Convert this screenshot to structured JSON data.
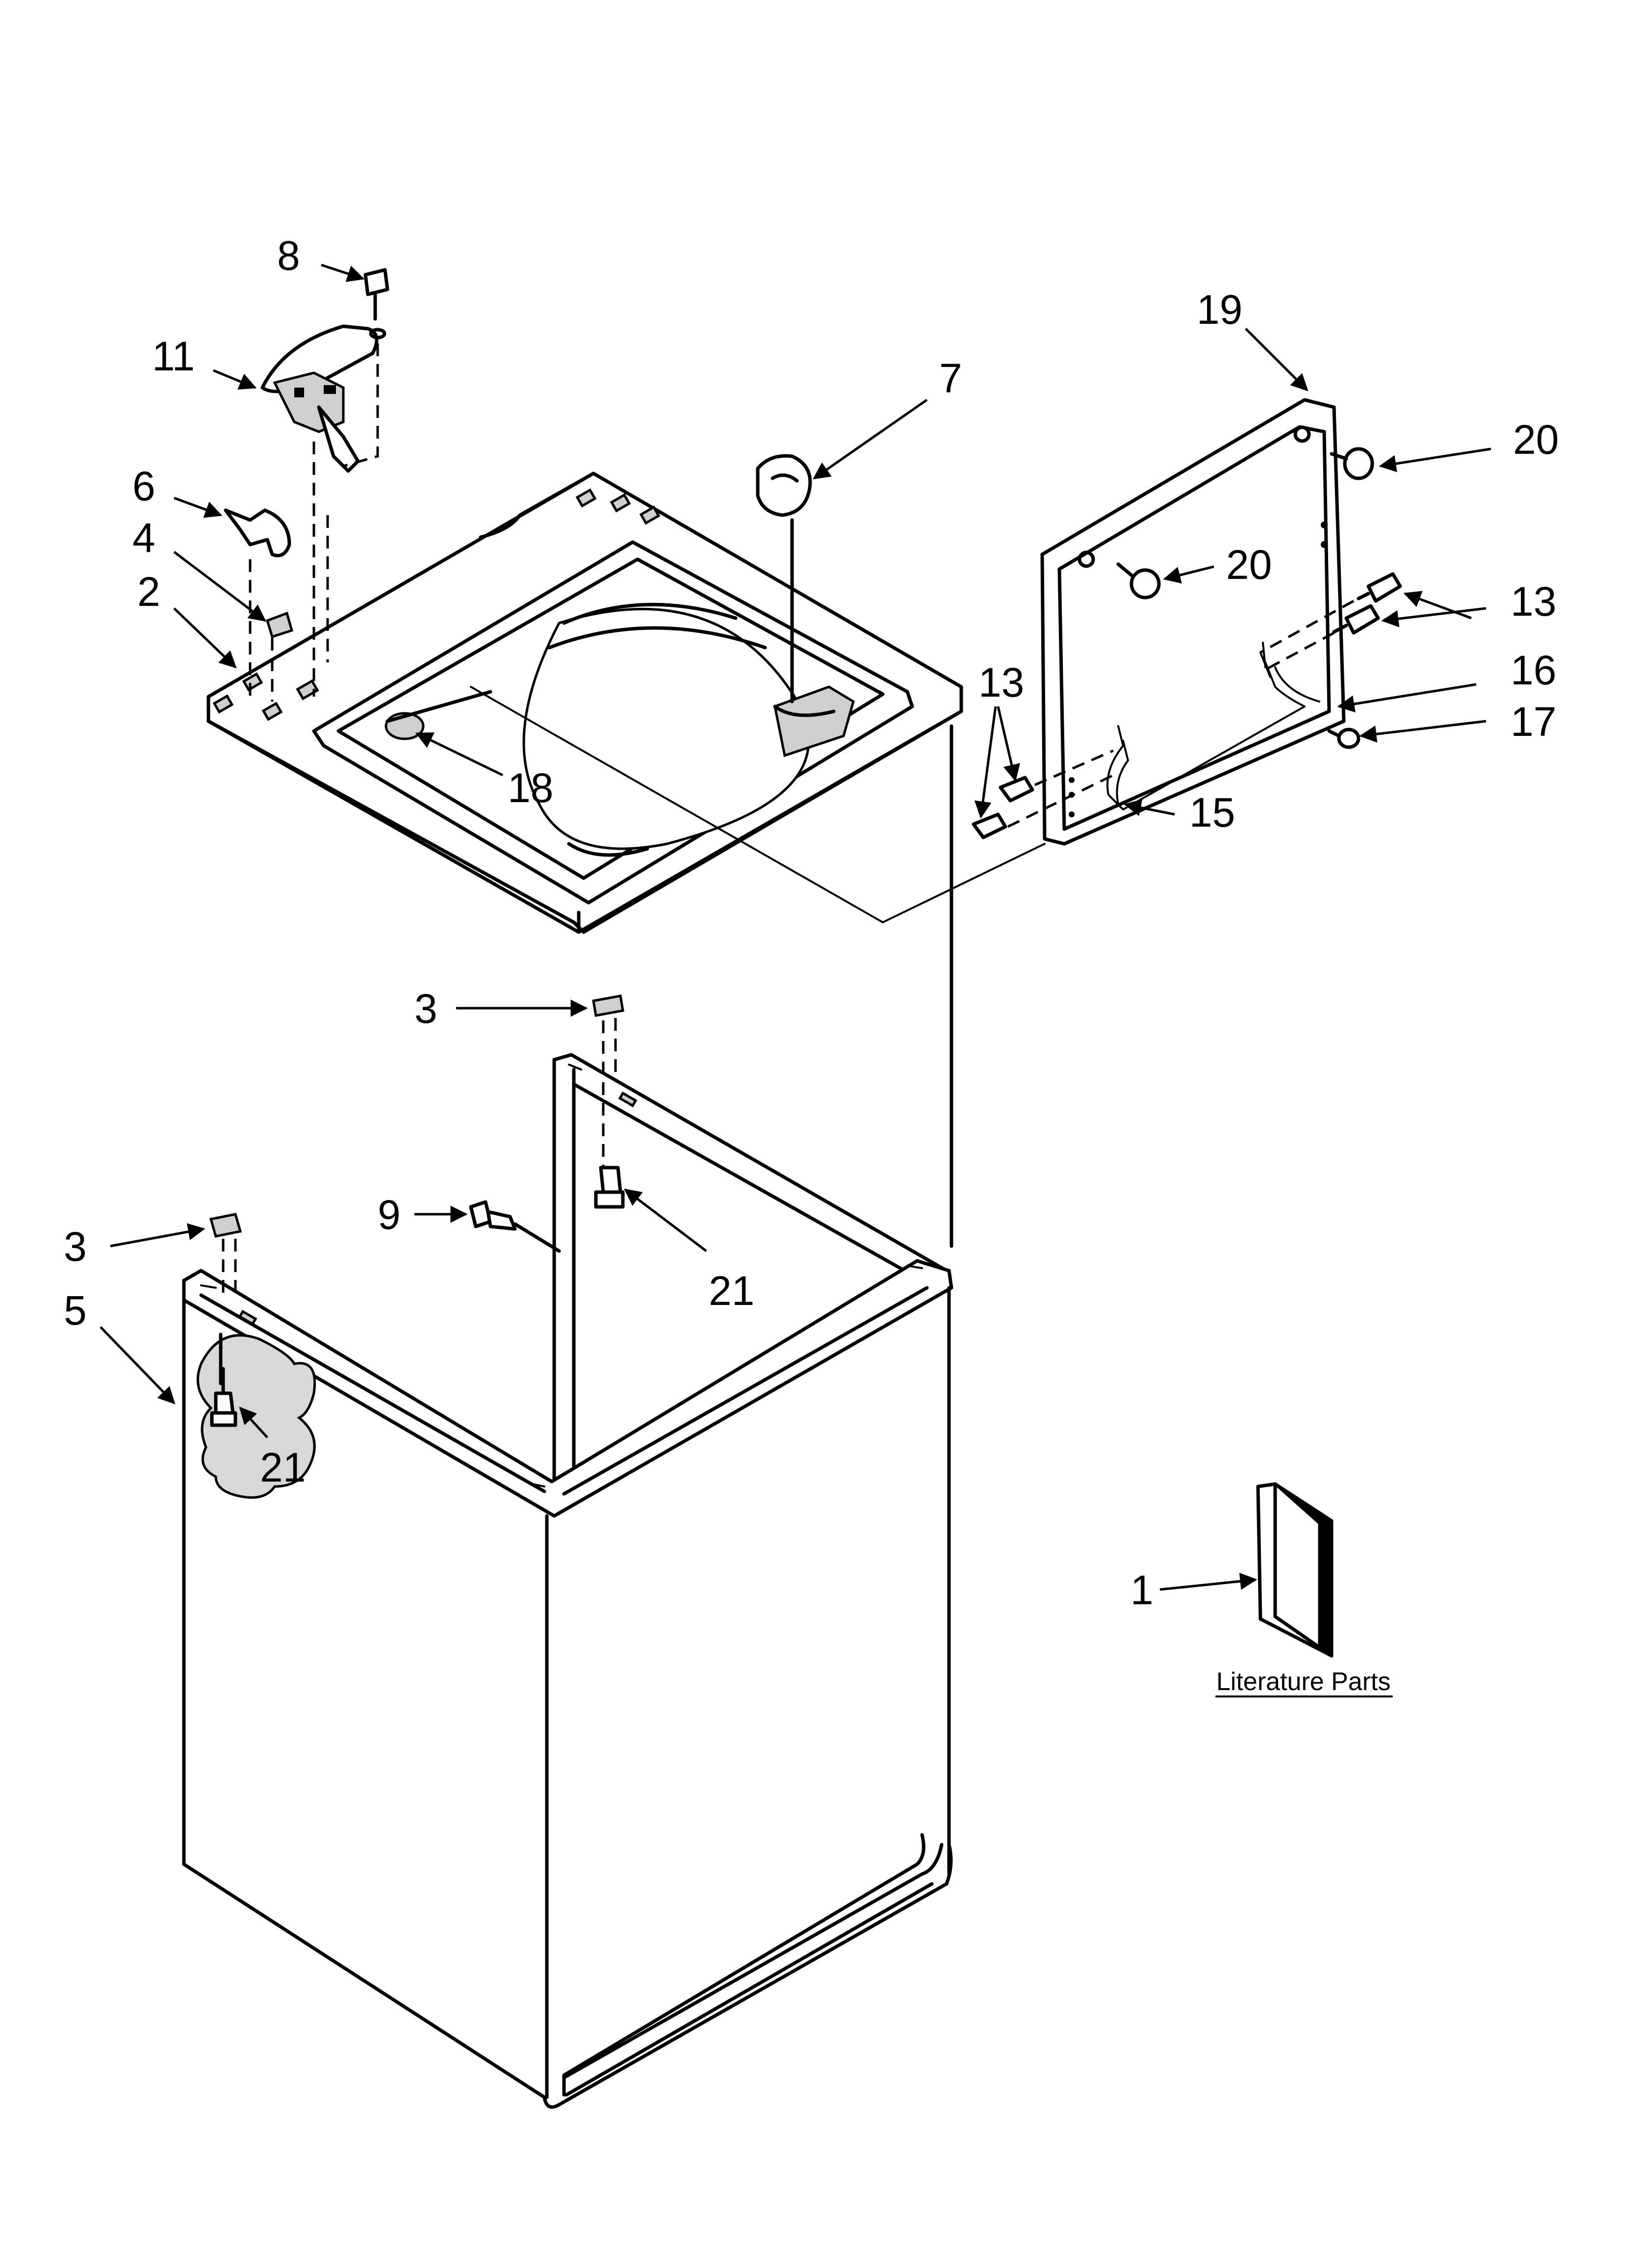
{
  "diagram": {
    "callouts": {
      "c8": "8",
      "c11": "11",
      "c6": "6",
      "c4": "4",
      "c2": "2",
      "c7": "7",
      "c18": "18",
      "c19": "19",
      "c20a": "20",
      "c20b": "20",
      "c13a": "13",
      "c13b": "13",
      "c16": "16",
      "c17": "17",
      "c15": "15",
      "c3a": "3",
      "c3b": "3",
      "c9": "9",
      "c21a": "21",
      "c21b": "21",
      "c5": "5",
      "c1": "1"
    },
    "literature_label": "Literature Parts"
  }
}
